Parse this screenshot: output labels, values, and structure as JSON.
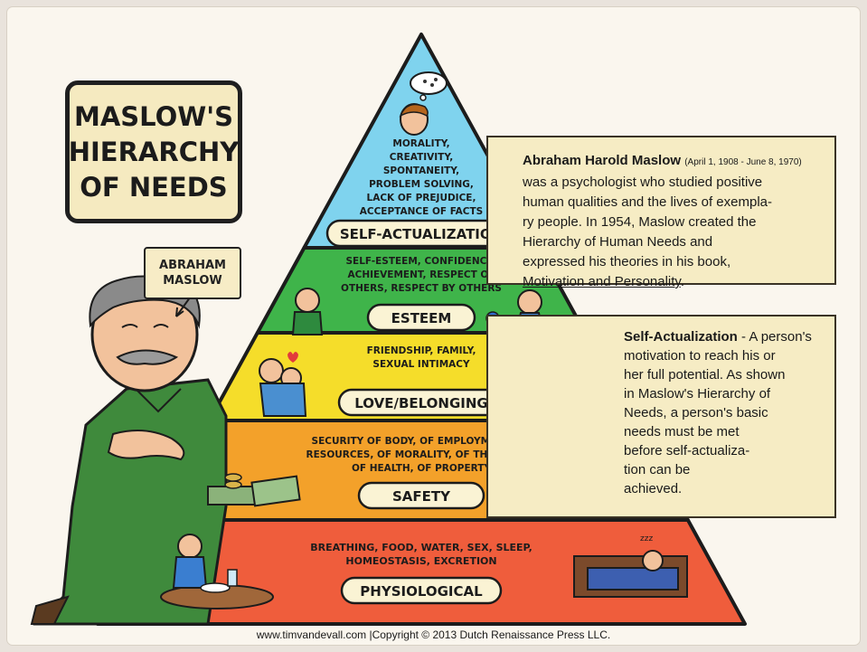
{
  "title": "MASLOW'S HIERARCHY OF NEEDS",
  "title_lines": [
    "MASLOW'S",
    "HIERARCHY",
    "OF NEEDS"
  ],
  "portrait_label": "ABRAHAM MASLOW",
  "portrait_label_lines": [
    "ABRAHAM",
    "MASLOW"
  ],
  "levels": [
    {
      "label": "SELF-ACTUALIZATION",
      "color": "#7fd3ee",
      "details": [
        "MORALITY,",
        "CREATIVITY,",
        "SPONTANEITY,",
        "PROBLEM SOLVING,",
        "LACK OF PREJUDICE,",
        "ACCEPTANCE OF FACTS"
      ]
    },
    {
      "label": "ESTEEM",
      "color": "#3fb44a",
      "details": [
        "SELF-ESTEEM, CONFIDENCE,",
        "ACHIEVEMENT, RESPECT OF",
        "OTHERS, RESPECT BY OTHERS"
      ]
    },
    {
      "label": "LOVE/BELONGING",
      "color": "#f5dd2a",
      "details": [
        "FRIENDSHIP, FAMILY,",
        "SEXUAL INTIMACY"
      ]
    },
    {
      "label": "SAFETY",
      "color": "#f3a12a",
      "details": [
        "SECURITY OF BODY, OF EMPLOYMENT, OF",
        "RESOURCES, OF MORALITY, OF THE FAMILY,",
        "OF HEALTH, OF PROPERTY"
      ]
    },
    {
      "label": "PHYSIOLOGICAL",
      "color": "#ef5d3c",
      "details": [
        "BREATHING, FOOD, WATER, SEX, SLEEP,",
        "HOMEOSTASIS, EXCRETION"
      ]
    }
  ],
  "bio": {
    "name": "Abraham Harold Maslow",
    "dates": "(April 1, 1908 - June 8, 1970)",
    "lines": [
      "was a psychologist who studied positive",
      "human qualities and the lives of exempla-",
      "ry people. In 1954, Maslow created the",
      "Hierarchy of Human Needs and",
      "expressed his theories in his book,"
    ],
    "book": "Motivation and Personality",
    "end": "."
  },
  "self_actualization_note": {
    "term": "Self-Actualization",
    "lines": [
      " - A person's",
      "motivation to reach his or",
      "her full potential. As shown",
      "in Maslow's Hierarchy of",
      "Needs, a person's basic",
      "needs must be met",
      "before self-actualiza-",
      "tion can be",
      "achieved."
    ]
  },
  "footer": "www.timvandevall.com |Copyright © 2013 Dutch Renaissance Press LLC."
}
